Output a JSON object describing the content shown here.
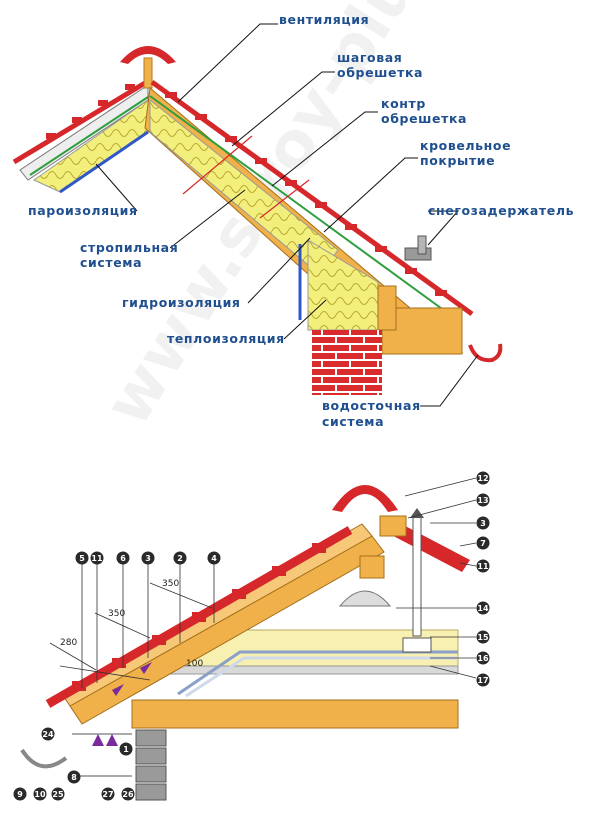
{
  "colors": {
    "label_blue": "#1f4f8f",
    "roof_red": "#d6282b",
    "wood": "#f0b14a",
    "insulation": "#f3ef7c",
    "brick": "#d92b2b",
    "vapor_blue": "#2f57c9",
    "water_green": "#2e9f3e",
    "badge_dark": "#2a2a2a"
  },
  "panel1": {
    "labels": {
      "ventilation": "вентиляция",
      "step_battens_1": "шаговая",
      "step_battens_2": "обрешетка",
      "counter_battens_1": "контр",
      "counter_battens_2": "обрешетка",
      "roofing_1": "кровельное",
      "roofing_2": "покрытие",
      "snow_guard": "снегозадержатель",
      "vapor_barrier": "пароизоляция",
      "rafters_1": "стропильная",
      "rafters_2": "система",
      "waterproofing": "гидроизоляция",
      "insulation": "теплоизоляция",
      "drainage_1": "водосточная",
      "drainage_2": "система"
    },
    "watermark": "www.stroy-plus.ru"
  },
  "panel2": {
    "dimensions": {
      "d350a": "350",
      "d350b": "350",
      "d280": "280",
      "d100": "100"
    },
    "badges": {
      "n1": "1",
      "n2": "2",
      "n3": "3",
      "n3b": "3",
      "n4": "4",
      "n5": "5",
      "n6": "6",
      "n7": "7",
      "n8": "8",
      "n9": "9",
      "n10": "10",
      "n11": "11",
      "n11b": "11",
      "n12": "12",
      "n13": "13",
      "n14": "14",
      "n15": "15",
      "n16": "16",
      "n17": "17",
      "n24": "24",
      "n25": "25",
      "n26": "26",
      "n27": "27"
    }
  }
}
